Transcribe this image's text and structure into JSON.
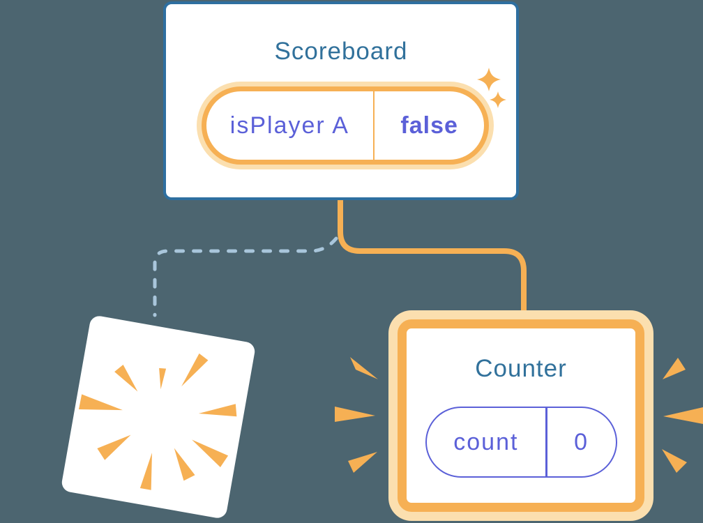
{
  "colors": {
    "background": "#4C6570",
    "card_background": "#FFFFFF",
    "accent_orange": "#F6B054",
    "accent_orange_light": "#FBDFAF",
    "state_purple": "#5B60D8",
    "component_title_blue": "#31719B",
    "scoreboard_border_blue": "#2E6FA0",
    "destroyed_link_blue": "#A9C6DB"
  },
  "scoreboard": {
    "title": "Scoreboard",
    "state_pill": {
      "label": "isPlayer A",
      "value": "false"
    }
  },
  "counter": {
    "title": "Counter",
    "state_pill": {
      "label": "count",
      "value": "0"
    }
  },
  "icons": {
    "sparkle": "four-point-star",
    "burst": "destruction-burst-wedges",
    "emphasis_marks": "triple-wedge-marks"
  }
}
